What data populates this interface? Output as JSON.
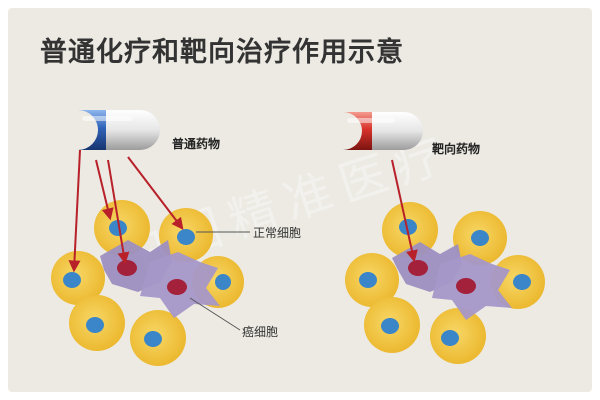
{
  "title": "普通化疗和靶向治疗作用示意",
  "labels": {
    "normal_drug": "普通药物",
    "targeted_drug": "靶向药物",
    "normal_cell": "正常细胞",
    "cancer_cell": "癌细胞"
  },
  "watermark": "中国精准医疗",
  "colors": {
    "background": "#eceae3",
    "normal_cell_body": "#f0c341",
    "normal_cell_nucleus": "#3a86c8",
    "cancer_cell_body": "#9d8fc1",
    "cancer_cell_nucleus": "#a3213a",
    "arrow": "#b8202a",
    "capsule_blue": "#2f62b7",
    "capsule_red": "#d8322b"
  },
  "icons": {
    "normal_capsule": "blue-white-capsule-icon",
    "targeted_capsule": "red-white-capsule-icon"
  }
}
